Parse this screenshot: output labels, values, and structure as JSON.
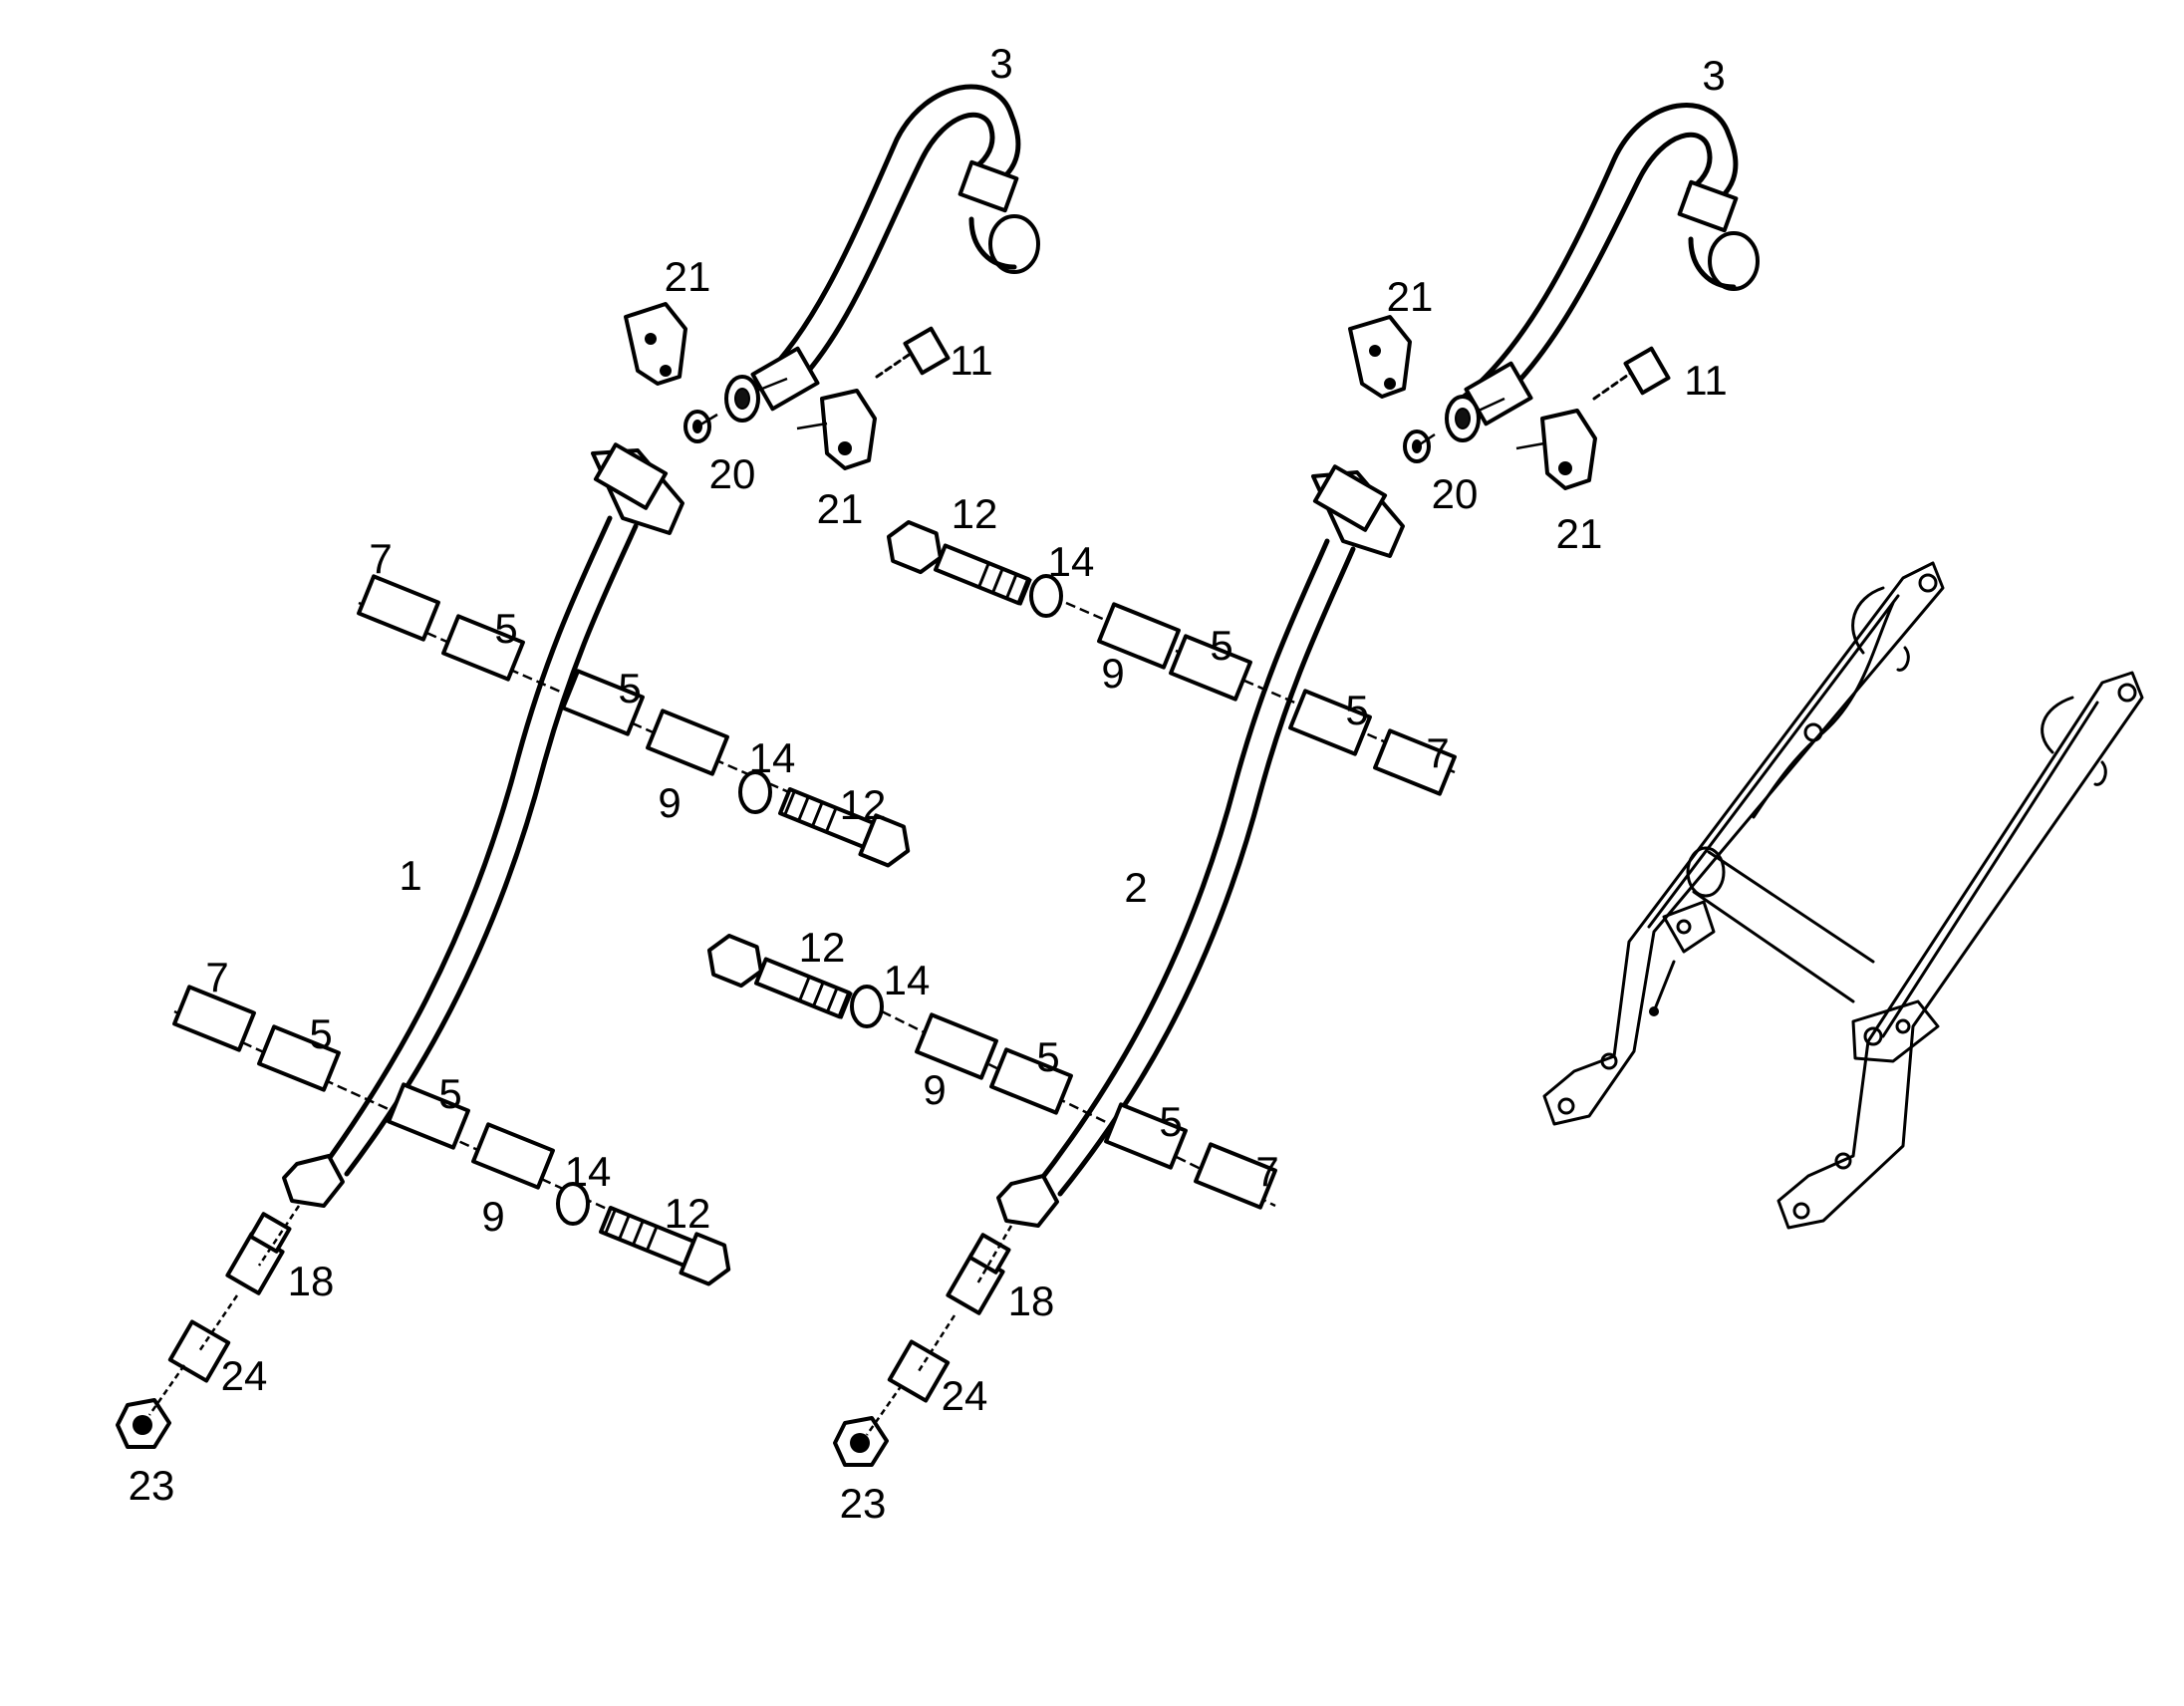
{
  "diagram": {
    "callouts": [
      {
        "id": "c-3a",
        "text": "3"
      },
      {
        "id": "c-3b",
        "text": "3"
      },
      {
        "id": "c-21a",
        "text": "21"
      },
      {
        "id": "c-21b",
        "text": "21"
      },
      {
        "id": "c-21c",
        "text": "21"
      },
      {
        "id": "c-21d",
        "text": "21"
      },
      {
        "id": "c-11a",
        "text": "11"
      },
      {
        "id": "c-11b",
        "text": "11"
      },
      {
        "id": "c-20a",
        "text": "20"
      },
      {
        "id": "c-20b",
        "text": "20"
      },
      {
        "id": "c-12a",
        "text": "12"
      },
      {
        "id": "c-12b",
        "text": "12"
      },
      {
        "id": "c-12c",
        "text": "12"
      },
      {
        "id": "c-12d",
        "text": "12"
      },
      {
        "id": "c-14a",
        "text": "14"
      },
      {
        "id": "c-14b",
        "text": "14"
      },
      {
        "id": "c-14c",
        "text": "14"
      },
      {
        "id": "c-14d",
        "text": "14"
      },
      {
        "id": "c-7a",
        "text": "7"
      },
      {
        "id": "c-7b",
        "text": "7"
      },
      {
        "id": "c-7c",
        "text": "7"
      },
      {
        "id": "c-7d",
        "text": "7"
      },
      {
        "id": "c-5a",
        "text": "5"
      },
      {
        "id": "c-5b",
        "text": "5"
      },
      {
        "id": "c-5c",
        "text": "5"
      },
      {
        "id": "c-5d",
        "text": "5"
      },
      {
        "id": "c-5e",
        "text": "5"
      },
      {
        "id": "c-5f",
        "text": "5"
      },
      {
        "id": "c-5g",
        "text": "5"
      },
      {
        "id": "c-5h",
        "text": "5"
      },
      {
        "id": "c-9a",
        "text": "9"
      },
      {
        "id": "c-9b",
        "text": "9"
      },
      {
        "id": "c-9c",
        "text": "9"
      },
      {
        "id": "c-9d",
        "text": "9"
      },
      {
        "id": "c-1",
        "text": "1"
      },
      {
        "id": "c-2",
        "text": "2"
      },
      {
        "id": "c-18a",
        "text": "18"
      },
      {
        "id": "c-18b",
        "text": "18"
      },
      {
        "id": "c-24a",
        "text": "24"
      },
      {
        "id": "c-24b",
        "text": "24"
      },
      {
        "id": "c-23a",
        "text": "23"
      },
      {
        "id": "c-23b",
        "text": "23"
      }
    ]
  }
}
